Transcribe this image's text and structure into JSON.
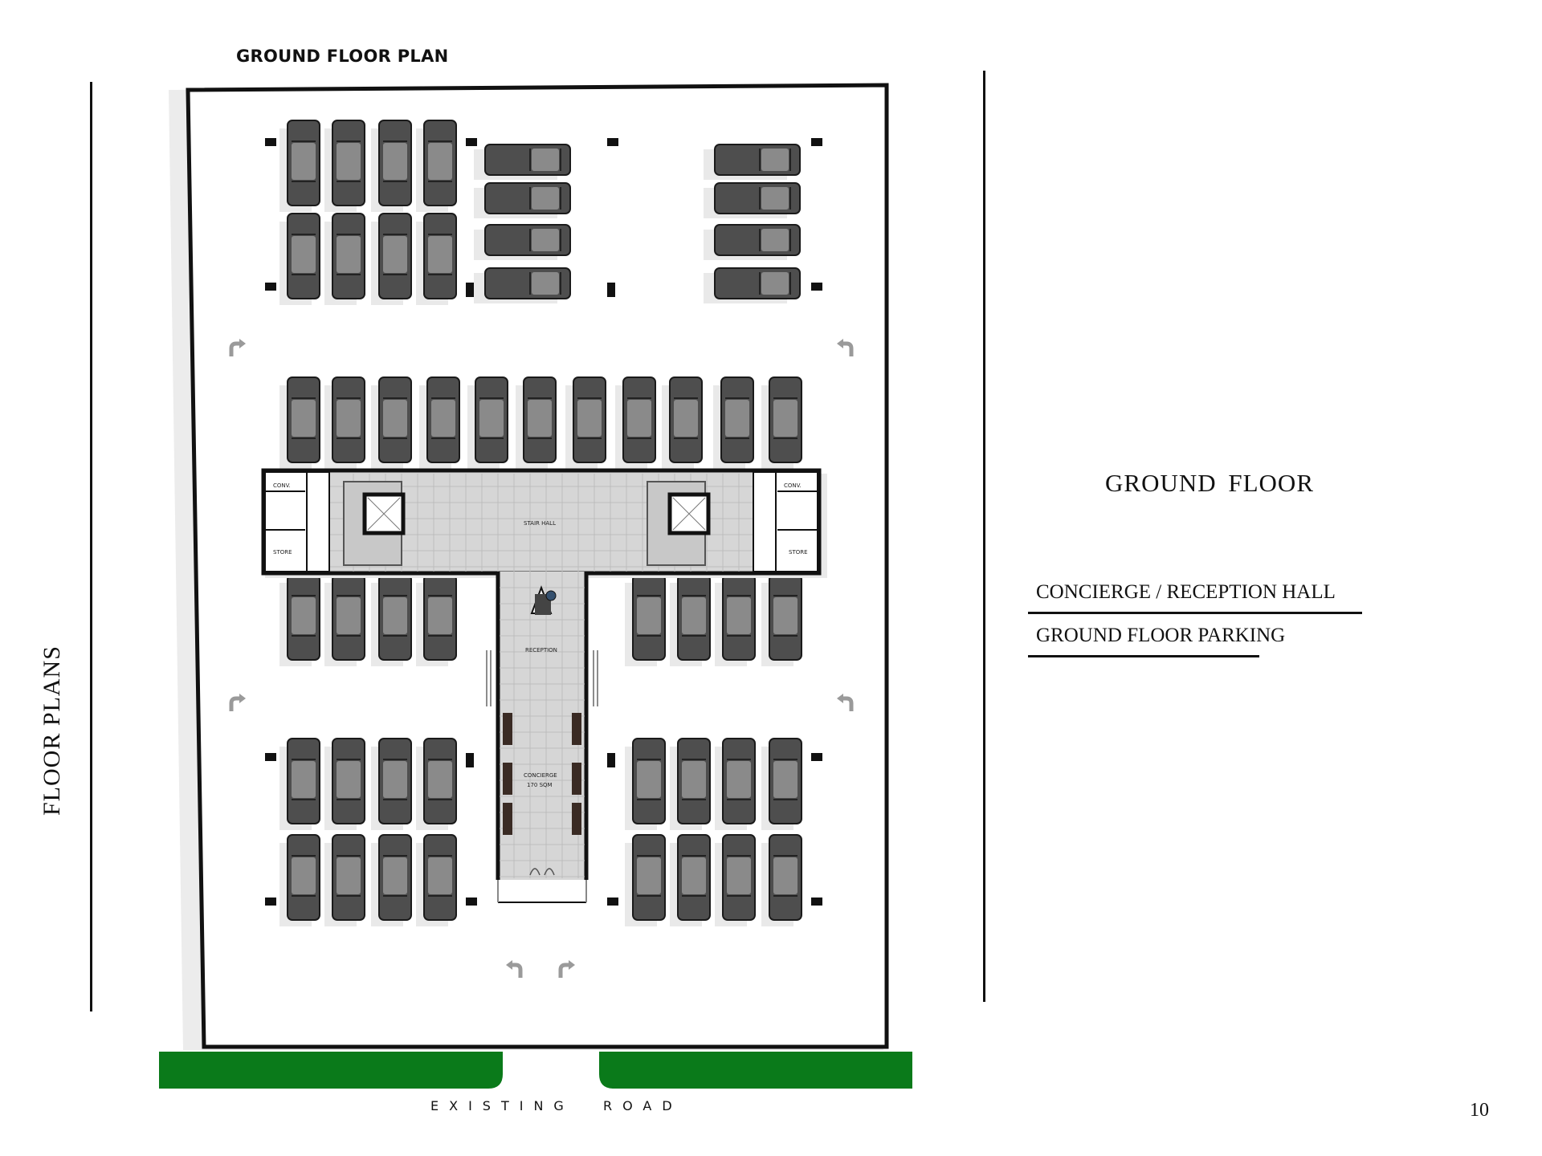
{
  "page": {
    "plan_title": "GROUND FLOOR PLAN",
    "side_title": "FLOOR PLANS",
    "floor_heading": "GROUND  FLOOR",
    "legend": [
      "CONCIERGE / RECEPTION HALL",
      "GROUND FLOOR PARKING"
    ],
    "road_label": "EXISTING  ROAD",
    "page_number": "10"
  },
  "plan_labels": {
    "stair_hall": "STAIR HALL",
    "reception": "RECEPTION",
    "concierge": "CONCIERGE",
    "concierge_area": "170 SQM",
    "conv": "CONV.",
    "store": "STORE"
  },
  "colors": {
    "lawn": "#0a7a1a",
    "car_body": "#4e4e4e",
    "car_roof": "#8a8a8a",
    "floor_tile": "#d6d6d6",
    "wall": "#111111",
    "shadow": "#e9e9e9"
  },
  "icons": [
    "car-icon",
    "turn-arrow-icon",
    "elevator-icon",
    "column-icon"
  ]
}
